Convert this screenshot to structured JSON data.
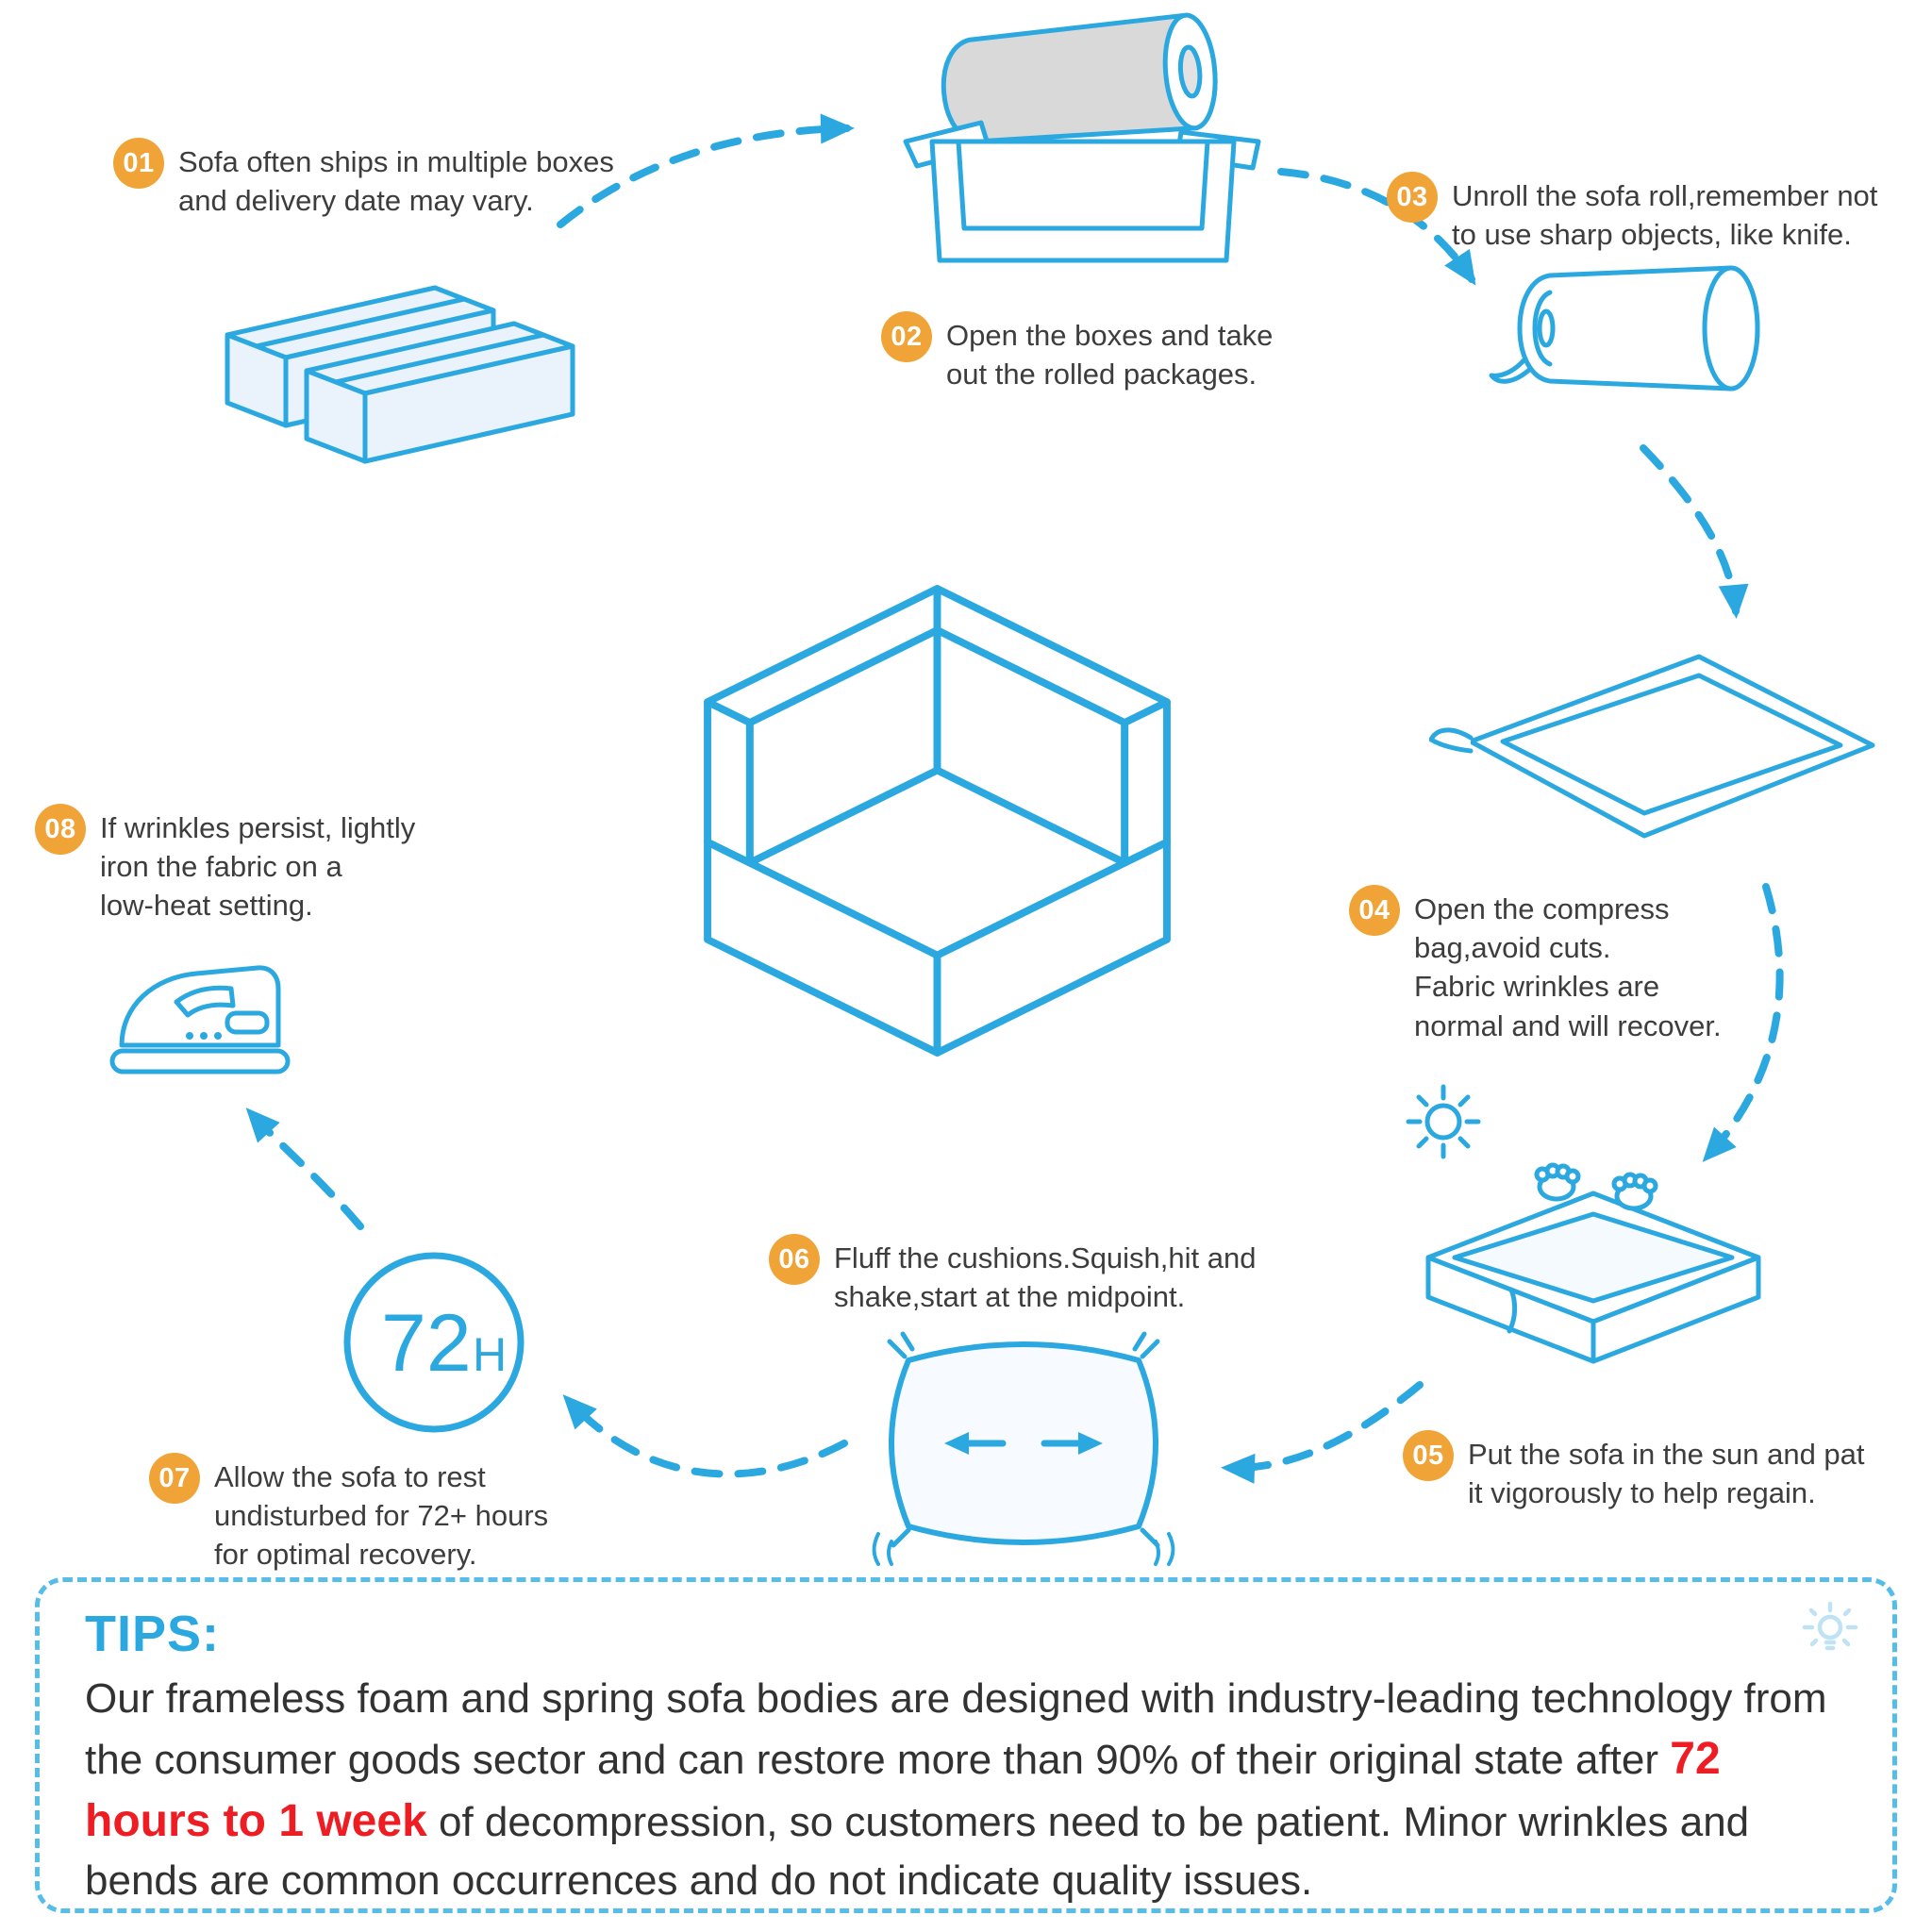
{
  "colors": {
    "accent_blue": "#2BA8E0",
    "badge_orange": "#F0A437",
    "alert_red": "#EE1D23",
    "body_text": "#3D3D3D",
    "roll_gray": "#D9D9D9"
  },
  "steps": [
    {
      "num": "01",
      "text": "Sofa often ships in multiple boxes\nand delivery date may vary."
    },
    {
      "num": "02",
      "text": "Open the boxes and take\nout the rolled packages."
    },
    {
      "num": "03",
      "text": "Unroll the sofa roll,remember not\nto use sharp objects, like knife."
    },
    {
      "num": "04",
      "text": "Open the compress\nbag,avoid cuts.\nFabric wrinkles are\nnormal and will recover."
    },
    {
      "num": "05",
      "text": "Put the sofa in the sun and pat\nit vigorously to help regain."
    },
    {
      "num": "06",
      "text": "Fluff the cushions.Squish,hit and\nshake,start at the midpoint."
    },
    {
      "num": "07",
      "text": "Allow the sofa to rest\nundisturbed for 72+ hours\nfor optimal recovery."
    },
    {
      "num": "08",
      "text": "If wrinkles persist, lightly\niron the fabric on a\nlow-heat setting."
    }
  ],
  "rest": {
    "value": "72",
    "unit": "H"
  },
  "tips": {
    "title": "TIPS:",
    "body_before": "Our frameless foam and spring sofa bodies are designed with industry-leading technology from the consumer goods sector and can restore more than 90% of their original state after ",
    "highlight": "72 hours to 1 week",
    "body_after": " of decompression, so customers need to be patient. Minor wrinkles and bends are common occurrences and do not indicate quality issues."
  },
  "illustrations": [
    "shipping-boxes",
    "carton-with-roll",
    "sofa-roll",
    "compress-bag",
    "corner-sofa-module",
    "sun-pat-sofa",
    "cushion-fluff",
    "rest-72h-timer",
    "iron",
    "lightbulb"
  ]
}
